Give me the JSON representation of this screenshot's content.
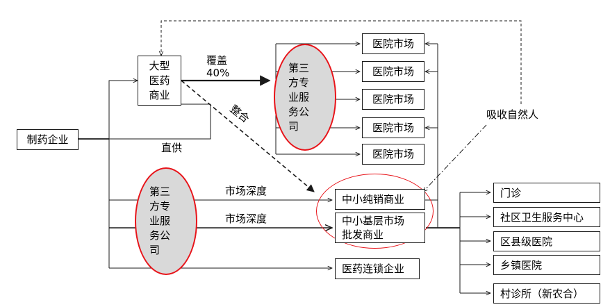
{
  "nodes": {
    "pharma": "制药企业",
    "big_distributor": "大型\n医药\n商业",
    "third_party_top": "第三\n方专\n业服\n务公\n司",
    "third_party_bottom": "第三\n方专\n业服\n务公\n司",
    "hospital_market": [
      "医院市场",
      "医院市场",
      "医院市场",
      "医院市场",
      "医院市场"
    ],
    "sme_pure_sales": "中小纯销商业",
    "sme_wholesale": "中小基层市场\n批发商业",
    "pharmacy_chain": "医药连锁企业",
    "terminals": [
      "门诊",
      "社区卫生服务中心",
      "区县级医院",
      "乡镇医院",
      "村诊所（新农合）"
    ]
  },
  "labels": {
    "coverage": "覆盖\n40%",
    "integration": "整合",
    "direct_supply": "直供",
    "market_depth_1": "市场深度",
    "market_depth_2": "市场深度",
    "absorb": "吸收自然人"
  },
  "colors": {
    "ellipse_border": "#e8141a",
    "ellipse_fill": "#d9d9d9",
    "line": "#1a1a1a"
  }
}
